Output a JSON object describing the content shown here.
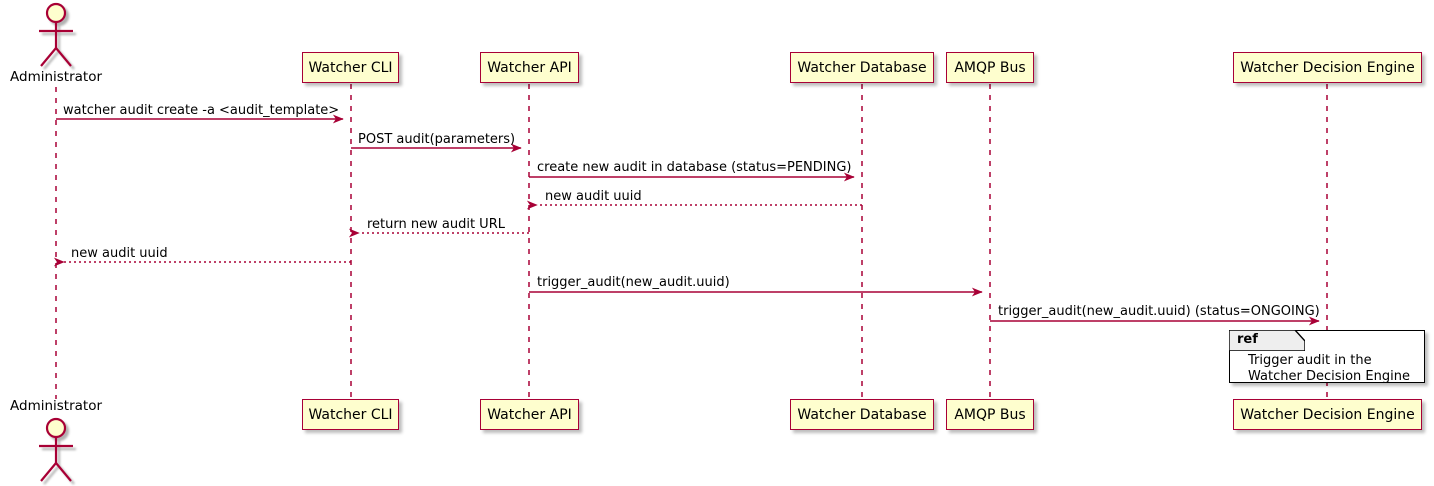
{
  "diagram": {
    "kind": "uml-sequence-diagram",
    "colors": {
      "participant_fill": "#FEFECE",
      "participant_border": "#A80036",
      "arrow": "#A80036",
      "lifeline": "#A80036",
      "text": "#000000",
      "fragment_border": "#000000",
      "background": "#FFFFFF"
    },
    "actor": {
      "name": "Administrator",
      "top_label": "Administrator",
      "bottom_label": "Administrator"
    },
    "participants": [
      {
        "id": "cli",
        "label": "Watcher CLI"
      },
      {
        "id": "api",
        "label": "Watcher API"
      },
      {
        "id": "db",
        "label": "Watcher Database"
      },
      {
        "id": "amqp",
        "label": "AMQP Bus"
      },
      {
        "id": "decision",
        "label": "Watcher Decision Engine"
      }
    ],
    "messages": [
      {
        "seq": 1,
        "from": "Administrator",
        "to": "Watcher CLI",
        "label": "watcher audit create -a <audit_template>",
        "style": "solid"
      },
      {
        "seq": 2,
        "from": "Watcher CLI",
        "to": "Watcher API",
        "label": "POST audit(parameters)",
        "style": "solid"
      },
      {
        "seq": 3,
        "from": "Watcher API",
        "to": "Watcher Database",
        "label": "create new audit in database (status=PENDING)",
        "style": "solid"
      },
      {
        "seq": 4,
        "from": "Watcher Database",
        "to": "Watcher API",
        "label": "new audit uuid",
        "style": "dashed"
      },
      {
        "seq": 5,
        "from": "Watcher API",
        "to": "Watcher CLI",
        "label": "return new audit URL",
        "style": "dashed"
      },
      {
        "seq": 6,
        "from": "Watcher CLI",
        "to": "Administrator",
        "label": "new audit uuid",
        "style": "dashed"
      },
      {
        "seq": 7,
        "from": "Watcher API",
        "to": "AMQP Bus",
        "label": "trigger_audit(new_audit.uuid)",
        "style": "solid"
      },
      {
        "seq": 8,
        "from": "AMQP Bus",
        "to": "Watcher Decision Engine",
        "label": "trigger_audit(new_audit.uuid) (status=ONGOING)",
        "style": "solid"
      }
    ],
    "fragment": {
      "type": "ref",
      "header": "ref",
      "lines": [
        "Trigger audit in the",
        "Watcher Decision Engine"
      ]
    }
  }
}
